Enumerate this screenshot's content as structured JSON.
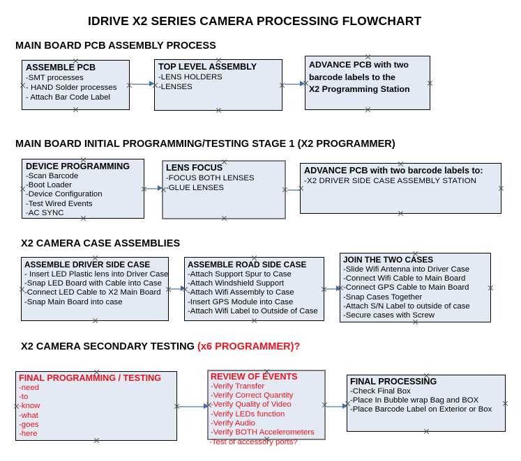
{
  "document": {
    "title": "IDRIVE X2  SERIES CAMERA PROCESSING FLOWCHART"
  },
  "colors": {
    "box_fill": "#e4eaf4",
    "box_border": "#000000",
    "box_border_selected": "#7f7f7f",
    "arrow": "#8ea9c4",
    "arrow_head": "#3f6bb0",
    "red_text": "#e8141e",
    "black_text": "#000000",
    "background": "#ffffff"
  },
  "sections": [
    {
      "id": "section-main-board-pcb-assembly",
      "heading": "MAIN BOARD PCB ASSEMBLY PROCESS",
      "heading_red": "",
      "boxes": [
        {
          "id": "assemble-pcb",
          "title": "ASSEMBLE PCB",
          "lines": [
            "-SMT processes",
            "- HAND Solder processes",
            "- Attach Bar Code Label"
          ]
        },
        {
          "id": "top-level-assembly",
          "title": "TOP LEVEL ASSEMBLY",
          "lines": [
            "-LENS HOLDERS",
            "-LENSES"
          ]
        },
        {
          "id": "advance-pcb-programming-station",
          "title": "",
          "lines": [
            "ADVANCE PCB with two",
            "barcode labels to the",
            " X2 Programming Station"
          ]
        }
      ]
    },
    {
      "id": "section-initial-programming",
      "heading": "MAIN BOARD INITIAL PROGRAMMING/TESTING STAGE 1 (X2 PROGRAMMER)",
      "heading_red": "",
      "boxes": [
        {
          "id": "device-programming",
          "title": "DEVICE PROGRAMMING",
          "lines": [
            "-Scan Barcode",
            "-Boot Loader",
            "-Device Configuration",
            "-Test Wired Events",
            "-AC SYNC"
          ]
        },
        {
          "id": "lens-focus",
          "title": "LENS FOCUS",
          "lines": [
            "-FOCUS BOTH LENSES",
            "-GLUE LENSES"
          ]
        },
        {
          "id": "advance-pcb-driver-side-station",
          "title": "ADVANCE PCB with two barcode labels to:",
          "lines": [
            "-X2 DRIVER  SIDE  CASE  ASSEMBLY STATION"
          ]
        }
      ]
    },
    {
      "id": "section-case-assemblies",
      "heading": "X2 CAMERA CASE ASSEMBLIES",
      "heading_red": "",
      "boxes": [
        {
          "id": "assemble-driver-side-case",
          "title": "ASSEMBLE DRIVER SIDE CASE",
          "lines": [
            "- Insert LED Plastic lens into Driver Case",
            "-Snap LED Board with Cable into Case",
            "-Connect LED Cable to X2 Main Board",
            "-Snap Main Board into case"
          ]
        },
        {
          "id": "assemble-road-side-case",
          "title": "ASSEMBLE ROAD SIDE CASE",
          "lines": [
            "-Attach Support Spur to Case",
            "-Attach Windshield Support",
            "-Attach Wifi Assembly to Case",
            "-Insert GPS Module into Case",
            "-Attach Wifi Label to Outside of Case"
          ]
        },
        {
          "id": "join-the-two-cases",
          "title": "JOIN THE TWO CASES",
          "lines": [
            "-Slide Wifi Antenna into Driver Case",
            "-Connect Wifi Cable to Main Board",
            "-Connect GPS Cable to Main Board",
            "-Snap Cases Together",
            "-Attach S/N Label to outside of case",
            "-Secure cases with Screw"
          ]
        }
      ]
    },
    {
      "id": "section-secondary-testing",
      "heading": "X2 CAMERA SECONDARY TESTING ",
      "heading_red": "(x6 PROGRAMMER)?",
      "boxes": [
        {
          "id": "final-programming-testing",
          "title": "FINAL PROGRAMMING / TESTING",
          "lines": [
            "-need",
            "-to",
            "-know",
            "-what",
            "-goes",
            "-here"
          ]
        },
        {
          "id": "review-of-events",
          "title": "REVIEW OF EVENTS",
          "lines": [
            "-Verify Transfer",
            "-Verify Correct Quantity",
            "-Verify Quality of Video",
            "-Verify LEDs function",
            "-Verify Audio",
            "-Verify BOTH Accelerometers"
          ],
          "overflow_line": "-Test of accessory ports?"
        },
        {
          "id": "final-processing",
          "title": "FINAL PROCESSING",
          "lines": [
            " -Check Final Box",
            "-Place In Bubble wrap Bag and BOX",
            "-Place Barcode Label on Exterior or Box"
          ]
        }
      ]
    }
  ]
}
